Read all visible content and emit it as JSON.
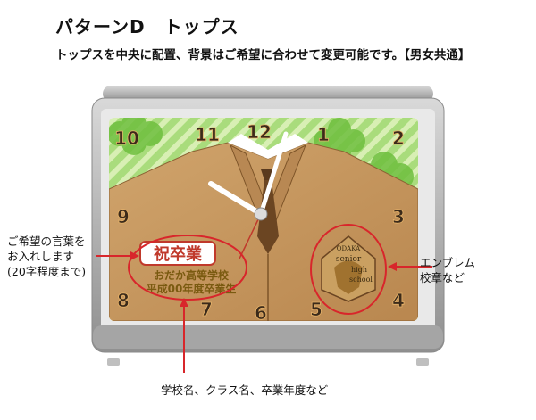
{
  "title": "パターンD　トップス",
  "subtitle": "トップスを中央に配置、背景はご希望に合わせて変更可能です。【男女共通】",
  "callouts": {
    "left": [
      "ご希望の言葉を",
      "お入れします",
      "(20字程度まで)"
    ],
    "right": [
      "エンブレム",
      "校章など"
    ],
    "bottom": "学校名、クラス名、卒業年度など"
  },
  "clock": {
    "numbers": [
      "12",
      "1",
      "2",
      "3",
      "4",
      "5",
      "6",
      "7",
      "8",
      "9",
      "10",
      "11"
    ],
    "sample_text": {
      "badge": "祝卒業",
      "line1": "おだか高等学校",
      "line2": "平成00年度卒業生"
    },
    "emblem_text": [
      "ODAKA",
      "senior",
      "high",
      "school"
    ]
  },
  "colors": {
    "frame": "#b8b8b8",
    "background_green": "#8ccf5a",
    "jacket": "#c79a63",
    "highlight_red": "#d8262b",
    "numbers": "#3b2a1a"
  }
}
